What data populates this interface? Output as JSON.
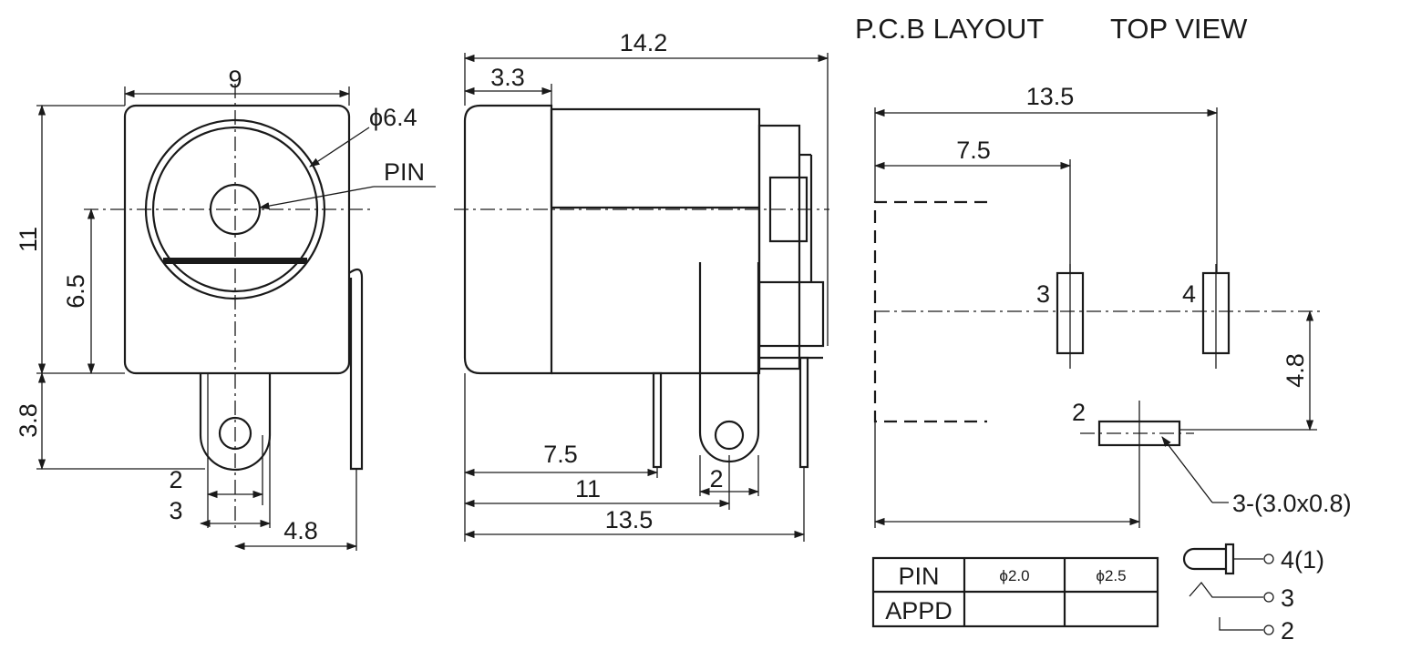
{
  "headers": {
    "pcb_layout": "P.C.B LAYOUT",
    "top_view": "TOP VIEW"
  },
  "front_view": {
    "width": "9",
    "height": "11",
    "center_height": "6.5",
    "pin_length": "3.8",
    "diameter": "ϕ6.4",
    "pin_label": "PIN",
    "pin_width_2": "2",
    "pin_width_3": "3",
    "offset_4_8": "4.8"
  },
  "side_view": {
    "total_length": "14.2",
    "front_length": "3.3",
    "pin_7_5": "7.5",
    "pin_11": "11",
    "pin_13_5": "13.5",
    "pin_2": "2"
  },
  "pcb": {
    "dim_13_5": "13.5",
    "dim_7_5": "7.5",
    "dim_4_8": "4.8",
    "pad_3": "3",
    "pad_4": "4",
    "pad_2": "2",
    "slot_note": "3-(3.0x0.8)"
  },
  "table": {
    "row1": [
      "PIN",
      "ϕ2.0",
      "ϕ2.5"
    ],
    "row2": [
      "APPD",
      "",
      ""
    ]
  },
  "legend": [
    "4(1)",
    "3",
    "2"
  ]
}
